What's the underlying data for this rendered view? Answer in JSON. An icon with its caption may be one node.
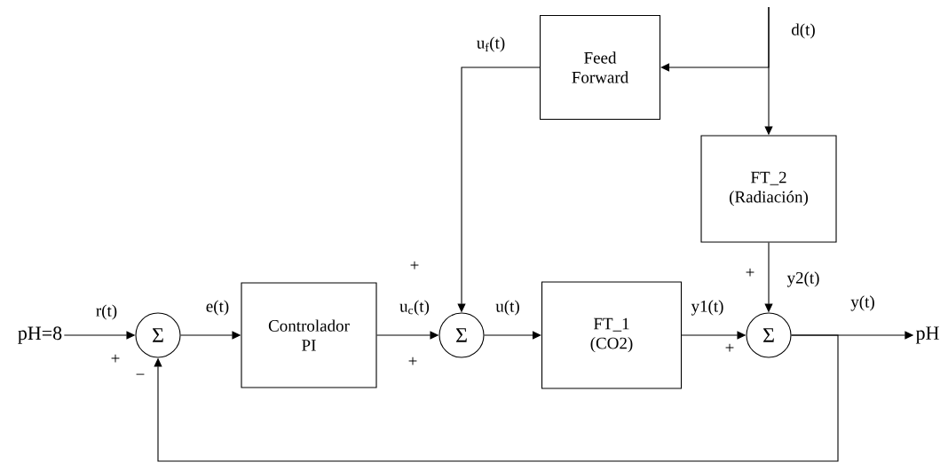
{
  "diagram": {
    "nodes": [
      {
        "text": [
          "pH=8"
        ]
      },
      {
        "text": [
          "Σ"
        ]
      },
      {
        "text": [
          "Controlador PI"
        ]
      },
      {
        "text": [
          "Σ"
        ]
      },
      {
        "text": [
          "Feed Forward"
        ]
      },
      {
        "text": [
          "FT_2 (Radiación)"
        ]
      },
      {
        "text": [
          "FT_1 (CO2)"
        ]
      },
      {
        "text": [
          "Σ"
        ]
      },
      {
        "text": [
          "pH"
        ]
      }
    ],
    "edges": [
      {
        "from": 0,
        "to": 1,
        "arrow": "to",
        "label": "r(t)"
      },
      {
        "from": 1,
        "to": 2,
        "arrow": "to",
        "label": "e(t)"
      },
      {
        "from": 2,
        "to": 3,
        "arrow": "to",
        "label": "u$_{c}$(t)"
      },
      {
        "from": 3,
        "to": 6,
        "arrow": "to",
        "label": "u(t)"
      },
      {
        "from": 6,
        "to": 7,
        "arrow": "to",
        "label": "y1(t)"
      },
      {
        "from": 7,
        "to": 8,
        "arrow": "to",
        "label": "y(t)"
      },
      {
        "from": 7,
        "to": 1,
        "arrow": "to"
      },
      {
        "from": null,
        "to": 4,
        "arrow": "to"
      },
      {
        "from": null,
        "to": 5,
        "arrow": "to",
        "label": "d(t)"
      },
      {
        "from": 4,
        "to": 3,
        "arrow": "to",
        "label": "u$_{f}$(t)"
      },
      {
        "from": 5,
        "to": 7,
        "arrow": "to",
        "label": "y2(t)"
      }
    ],
    "labels": [
      "+",
      "−",
      "+",
      "+",
      "+",
      "+"
    ]
  }
}
